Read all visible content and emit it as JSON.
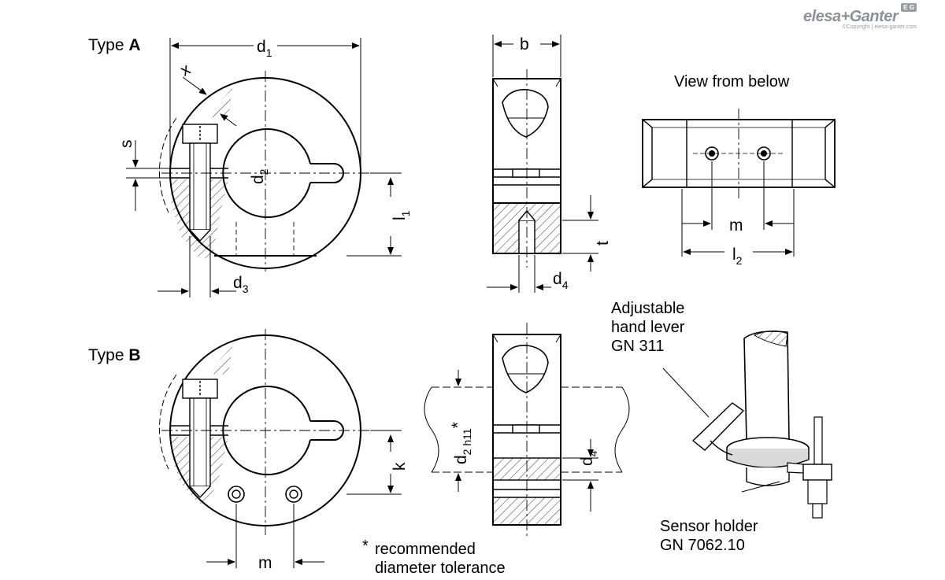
{
  "brand": {
    "name": "elesa+Ganter",
    "badge": "E G",
    "copyright": "©Copyright | elesa-ganter.com"
  },
  "type_a": {
    "prefix": "Type ",
    "letter": "A"
  },
  "type_b": {
    "prefix": "Type ",
    "letter": "B"
  },
  "view_from_below": "View from below",
  "dims": {
    "d1": "d",
    "d1_sub": "1",
    "d2": "d",
    "d2_sub": "2",
    "d3": "d",
    "d3_sub": "3",
    "d4": "d",
    "d4_sub": "4",
    "d2h11": "d",
    "d2h11_sub": "2 h11",
    "d2h11_star": "*",
    "l1": "l",
    "l1_sub": "1",
    "l2": "l",
    "l2_sub": "2",
    "b": "b",
    "x": "x",
    "s": "s",
    "t": "t",
    "k": "k",
    "m": "m"
  },
  "callouts": {
    "lever": [
      "Adjustable",
      "hand lever",
      "GN 311"
    ],
    "sensor": [
      "Sensor holder",
      "GN 7062.10"
    ]
  },
  "footnote": {
    "star": "*",
    "line1": "recommended",
    "line2": "diameter tolerance"
  }
}
